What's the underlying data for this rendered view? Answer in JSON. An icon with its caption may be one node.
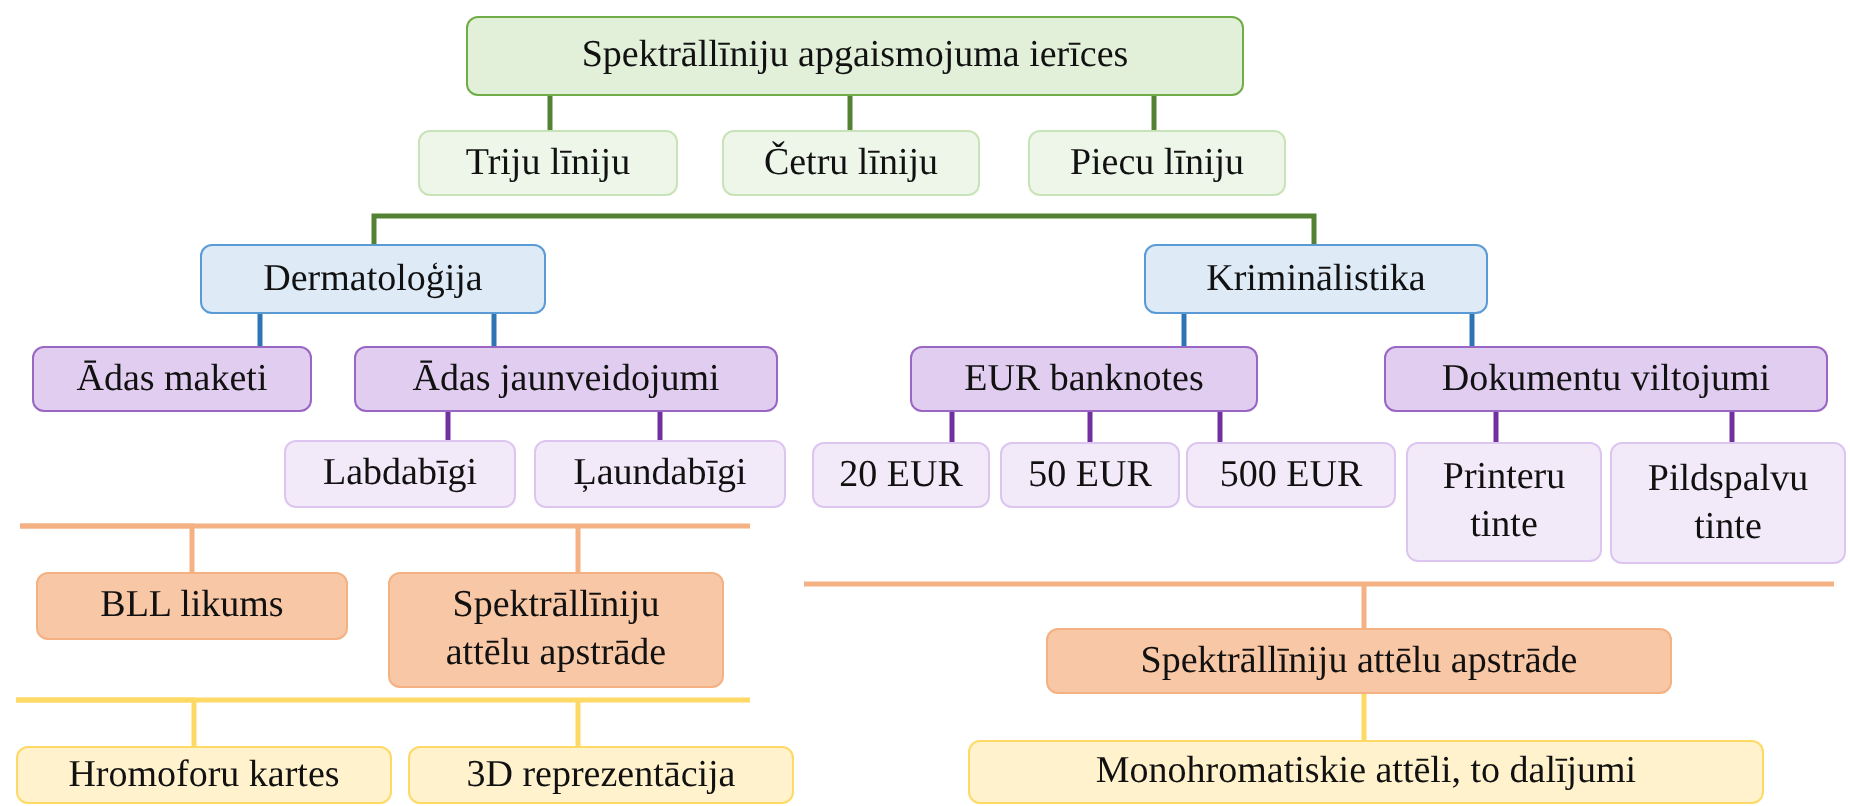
{
  "diagram": {
    "nodes": [
      {
        "text": [
          "Spektrāllīniju apgaismojuma ierīces"
        ]
      },
      {
        "text": [
          "Triju līniju"
        ]
      },
      {
        "text": [
          "Četru līniju"
        ]
      },
      {
        "text": [
          "Piecu līniju"
        ]
      },
      {
        "text": [
          "Dermatoloģija"
        ]
      },
      {
        "text": [
          "Kriminālistika"
        ]
      },
      {
        "text": [
          "Ādas maketi"
        ]
      },
      {
        "text": [
          "Ādas jaunveidojumi"
        ]
      },
      {
        "text": [
          "Labdabīgi"
        ]
      },
      {
        "text": [
          "Ļaundabīgi"
        ]
      },
      {
        "text": [
          "EUR banknotes"
        ]
      },
      {
        "text": [
          "Dokumentu viltojumi"
        ]
      },
      {
        "text": [
          "20 EUR"
        ]
      },
      {
        "text": [
          "50 EUR"
        ]
      },
      {
        "text": [
          "500 EUR"
        ]
      },
      {
        "text": [
          "Printeru tinte"
        ]
      },
      {
        "text": [
          "Pildspalvu tinte"
        ]
      },
      {
        "text": [
          "BLL likums"
        ]
      },
      {
        "text": [
          "Spektrāllīniju attēlu apstrāde"
        ]
      },
      {
        "text": [
          "Hromoforu kartes"
        ]
      },
      {
        "text": [
          "3D reprezentācija"
        ]
      },
      {
        "text": [
          "Spektrāllīniju attēlu apstrāde"
        ]
      },
      {
        "text": [
          "Monohromatiskie attēli, to dalījumi"
        ]
      }
    ],
    "edges": [
      {
        "from": 0,
        "to": 1,
        "arrow": "none",
        "color": "#548235"
      },
      {
        "from": 0,
        "to": 2,
        "arrow": "none",
        "color": "#548235"
      },
      {
        "from": 0,
        "to": 3,
        "arrow": "none",
        "color": "#548235"
      },
      {
        "from": null,
        "to": 4,
        "arrow": "none",
        "color": "#548235"
      },
      {
        "from": null,
        "to": 5,
        "arrow": "none",
        "color": "#548235"
      },
      {
        "from": 4,
        "to": 6,
        "arrow": "none",
        "color": "#2e75b6"
      },
      {
        "from": 4,
        "to": 7,
        "arrow": "none",
        "color": "#2e75b6"
      },
      {
        "from": 7,
        "to": 8,
        "arrow": "none"
      },
      {
        "from": 7,
        "to": 9,
        "arrow": "none"
      },
      {
        "from": 5,
        "to": 10,
        "arrow": "none",
        "color": "#2e75b6"
      },
      {
        "from": 5,
        "to": 11,
        "arrow": "none",
        "color": "#2e75b6"
      },
      {
        "from": 10,
        "to": 12,
        "arrow": "none"
      },
      {
        "from": 10,
        "to": 13,
        "arrow": "none"
      },
      {
        "from": 10,
        "to": 14,
        "arrow": "none"
      },
      {
        "from": 11,
        "to": 15,
        "arrow": "none"
      },
      {
        "from": 11,
        "to": 16,
        "arrow": "none"
      },
      {
        "from": null,
        "to": 17,
        "arrow": "none",
        "color": "#f4b183"
      },
      {
        "from": null,
        "to": 18,
        "arrow": "none",
        "color": "#f4b183"
      },
      {
        "from": null,
        "to": 19,
        "arrow": "none",
        "color": "#ffd966"
      },
      {
        "from": null,
        "to": 20,
        "arrow": "none",
        "color": "#ffd966"
      },
      {
        "from": null,
        "to": 21,
        "arrow": "none",
        "color": "#f4b183"
      },
      {
        "from": 21,
        "to": 22,
        "arrow": "none",
        "color": "#ffd966"
      }
    ]
  }
}
